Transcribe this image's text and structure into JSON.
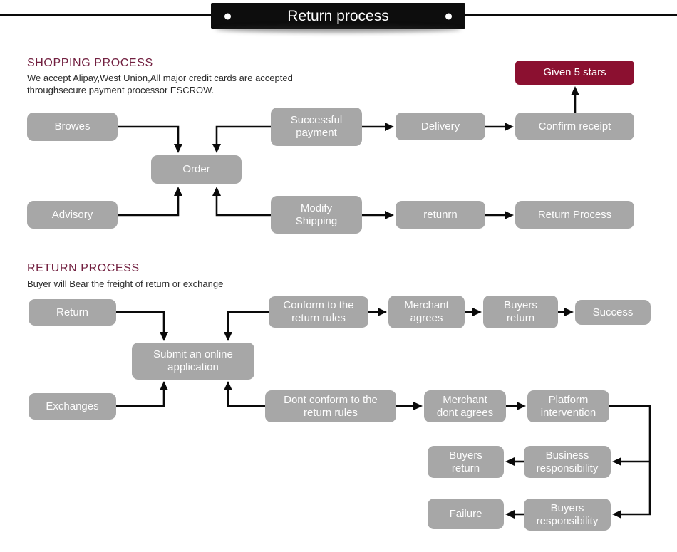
{
  "banner": {
    "title": "Return process"
  },
  "colors": {
    "node_gray": "#a7a7a7",
    "accent_maroon": "#8b1030",
    "heading_maroon": "#722040",
    "banner_black": "#0d0d0d",
    "arrow_black": "#0a0a0a"
  },
  "shopping": {
    "heading": "SHOPPING PROCESS",
    "description": "We accept Alipay,West Union,All major credit cards are accepted\nthroughsecure payment processor ESCROW.",
    "nodes": {
      "browes": "Browes",
      "order": "Order",
      "advisory": "Advisory",
      "successful_payment": "Successful\npayment",
      "delivery": "Delivery",
      "confirm_receipt": "Confirm receipt",
      "given_5_stars": "Given 5 stars",
      "modify_shipping": "Modify\nShipping",
      "retunrn": "retunrn",
      "return_process": "Return Process"
    },
    "edges": [
      {
        "from": "browes",
        "to": "order"
      },
      {
        "from": "successful_payment",
        "to": "order"
      },
      {
        "from": "advisory",
        "to": "order"
      },
      {
        "from": "modify_shipping",
        "to": "order"
      },
      {
        "from": "successful_payment",
        "to": "delivery"
      },
      {
        "from": "delivery",
        "to": "confirm_receipt"
      },
      {
        "from": "confirm_receipt",
        "to": "given_5_stars"
      },
      {
        "from": "modify_shipping",
        "to": "retunrn"
      },
      {
        "from": "retunrn",
        "to": "return_process"
      }
    ]
  },
  "return": {
    "heading": "RETURN PROCESS",
    "description": "Buyer will Bear the freight of return or exchange",
    "nodes": {
      "return": "Return",
      "submit_application": "Submit an online\napplication",
      "exchanges": "Exchanges",
      "conform_rules": "Conform to the\nreturn rules",
      "merchant_agrees": "Merchant\nagrees",
      "buyers_return_top": "Buyers\nreturn",
      "success": "Success",
      "dont_conform_rules": "Dont conform to the\nreturn rules",
      "merchant_dont_agrees": "Merchant\ndont agrees",
      "platform_intervention": "Platform\nintervention",
      "buyers_return_bottom": "Buyers\nreturn",
      "business_responsibility": "Business\nresponsibility",
      "failure": "Failure",
      "buyers_responsibility": "Buyers\nresponsibility"
    },
    "edges": [
      {
        "from": "return",
        "to": "submit_application"
      },
      {
        "from": "conform_rules",
        "to": "submit_application"
      },
      {
        "from": "exchanges",
        "to": "submit_application"
      },
      {
        "from": "dont_conform_rules",
        "to": "submit_application"
      },
      {
        "from": "conform_rules",
        "to": "merchant_agrees"
      },
      {
        "from": "merchant_agrees",
        "to": "buyers_return_top"
      },
      {
        "from": "buyers_return_top",
        "to": "success"
      },
      {
        "from": "dont_conform_rules",
        "to": "merchant_dont_agrees"
      },
      {
        "from": "merchant_dont_agrees",
        "to": "platform_intervention"
      },
      {
        "from": "platform_intervention",
        "to": "business_responsibility"
      },
      {
        "from": "platform_intervention",
        "to": "buyers_responsibility"
      },
      {
        "from": "business_responsibility",
        "to": "buyers_return_bottom"
      },
      {
        "from": "buyers_responsibility",
        "to": "failure"
      }
    ]
  }
}
